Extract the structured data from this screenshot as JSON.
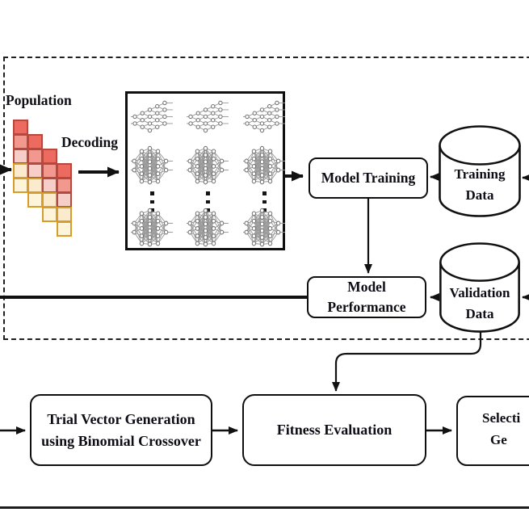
{
  "figure": {
    "region": {
      "population_label": "Population",
      "decoding_label": "Decoding"
    },
    "boxes": {
      "model_training": {
        "label": "Model Training"
      },
      "model_performance": {
        "line1": "Model",
        "line2": "Performance"
      },
      "trial_vector": {
        "line1": "Trial Vector Generation",
        "line2": "using Binomial Crossover"
      },
      "fitness": {
        "label": "Fitness Evaluation"
      },
      "selection": {
        "line1_visible": "Selecti",
        "line2_visible": "Ge"
      }
    },
    "datastores": {
      "training": {
        "line1": "Training",
        "line2": "Data",
        "icon": "database-cylinder-icon"
      },
      "validation": {
        "line1": "Validation",
        "line2": "Data",
        "icon": "database-cylinder-icon"
      }
    },
    "icons": {
      "population": "population-encoding-grid-icon",
      "network_row1": "neural-network-sparse-icon",
      "network_row2": "neural-network-dense-icon",
      "network_row3": "neural-network-dense-icon",
      "ellipsis": "vertical-ellipsis-dots-icon"
    },
    "population_grid": {
      "columns": 4,
      "rows_per_column": 5,
      "cell_size": 18,
      "row_fills": [
        "#ed6a60",
        "#f2988f",
        "#f7cdc7",
        "#fbeacb",
        "#fdf4da"
      ],
      "row_borders": [
        "#b24a40",
        "#b24a40",
        "#b24a40",
        "#d89c2c",
        "#d89c2c"
      ]
    },
    "colors": {
      "line": "#111111",
      "text": "#0d0d15",
      "box_border": "#0f0f0f",
      "background": "#ffffff",
      "network_node_stroke": "#707070",
      "network_edge": "#9b9b9b"
    }
  }
}
